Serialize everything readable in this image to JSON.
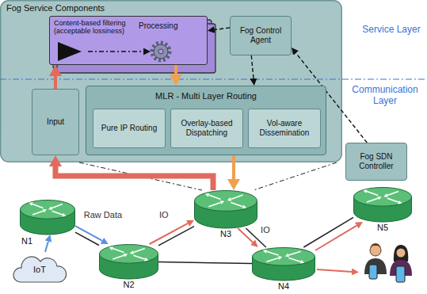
{
  "diagram": {
    "nodes": [
      {
        "text": [
          "Fog Service Components"
        ]
      },
      {
        "text": [
          "Content-based filtering (acceptable lossiness)",
          "Processing"
        ],
        "in": 0
      },
      {
        "text": [
          "Fog Control Agent"
        ],
        "in": 0
      },
      {
        "text": [
          "Input"
        ],
        "in": 0
      },
      {
        "text": [
          "MLR - Multi Layer Routing"
        ],
        "in": 0
      },
      {
        "text": [
          "Pure IP Routing"
        ],
        "in": 4
      },
      {
        "text": [
          "Overlay-based Dispatching"
        ],
        "in": 4
      },
      {
        "text": [
          "Vol-aware Dissemination"
        ],
        "in": 4
      },
      {
        "text": [
          "Fog SDN Controller"
        ]
      },
      {
        "text": [
          "N1"
        ]
      },
      {
        "text": [
          "N2"
        ]
      },
      {
        "text": [
          "N3"
        ]
      },
      {
        "text": [
          "N4"
        ]
      },
      {
        "text": [
          "N5"
        ]
      },
      {
        "text": [
          "IoT"
        ]
      }
    ],
    "edges": [
      {
        "from": 14,
        "to": 9,
        "arrow": "to"
      },
      {
        "from": 9,
        "to": 10,
        "arrow": "none"
      },
      {
        "from": 9,
        "to": 10,
        "label": "Raw Data",
        "arrow": "to"
      },
      {
        "from": 10,
        "to": 11,
        "arrow": "none"
      },
      {
        "from": 10,
        "to": 11,
        "label": "IO",
        "arrow": "to"
      },
      {
        "from": 10,
        "to": 12,
        "arrow": "none"
      },
      {
        "from": 11,
        "to": 12,
        "arrow": "none"
      },
      {
        "from": 11,
        "to": 12,
        "label": "IO",
        "arrow": "to"
      },
      {
        "from": 12,
        "to": 13,
        "arrow": "none"
      },
      {
        "from": 12,
        "to": 13,
        "arrow": "to"
      },
      {
        "from": 11,
        "to": 3,
        "arrow": "to"
      },
      {
        "from": 3,
        "to": 1,
        "arrow": "to"
      },
      {
        "from": 1,
        "to": 4,
        "arrow": "to"
      },
      {
        "from": 4,
        "to": 11,
        "arrow": "to"
      },
      {
        "from": 2,
        "to": 1,
        "arrow": "to"
      },
      {
        "from": 2,
        "to": 4,
        "arrow": "to"
      },
      {
        "from": 8,
        "to": 2,
        "arrow": "to"
      }
    ],
    "labels": [
      "Service Layer",
      "Communication Layer"
    ]
  }
}
